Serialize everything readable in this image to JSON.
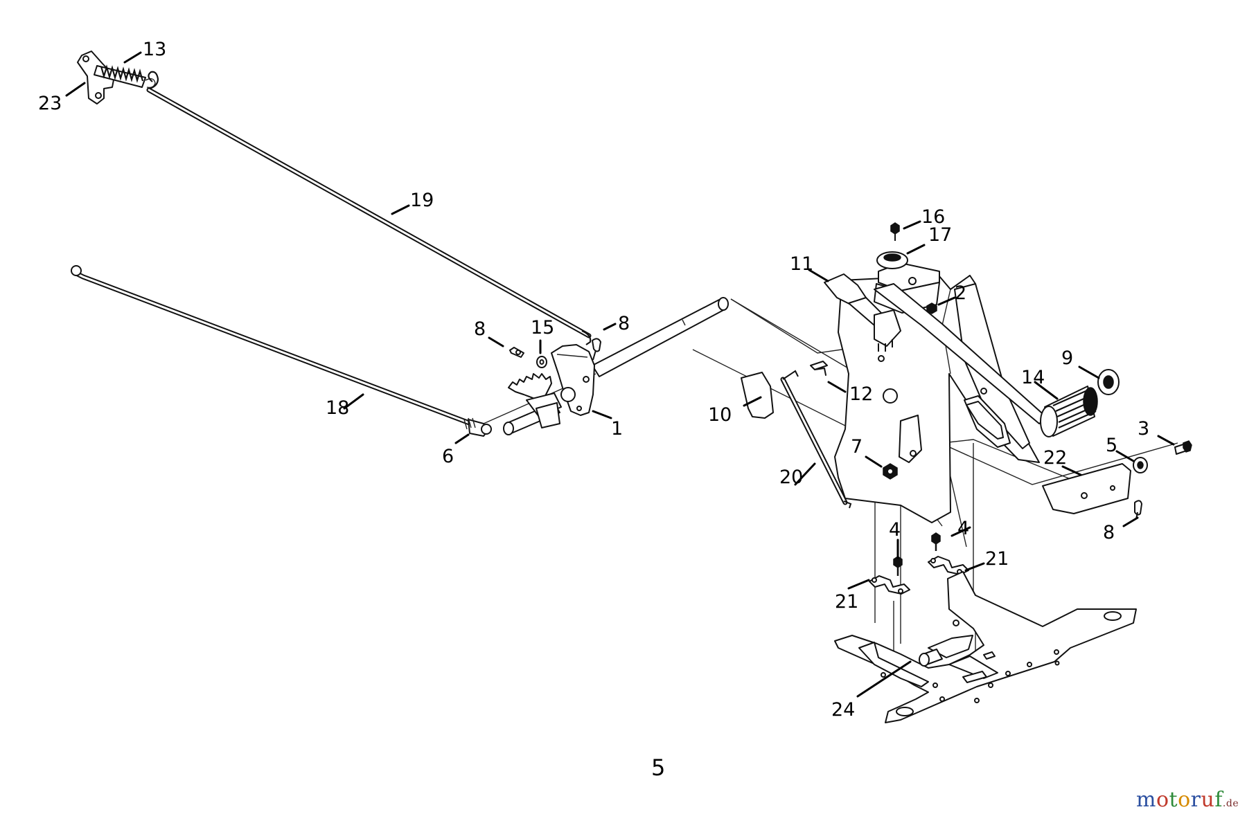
{
  "callouts": [
    {
      "id": "c13a",
      "text": "13"
    },
    {
      "id": "c23",
      "text": "23"
    },
    {
      "id": "c19",
      "text": "19"
    },
    {
      "id": "c18",
      "text": "18"
    },
    {
      "id": "c6",
      "text": "6"
    },
    {
      "id": "c8a",
      "text": "8"
    },
    {
      "id": "c15",
      "text": "15"
    },
    {
      "id": "c8b",
      "text": "8"
    },
    {
      "id": "c1",
      "text": "1"
    },
    {
      "id": "c16",
      "text": "16"
    },
    {
      "id": "c17",
      "text": "17"
    },
    {
      "id": "c11",
      "text": "11"
    },
    {
      "id": "c2",
      "text": "2"
    },
    {
      "id": "c9",
      "text": "9"
    },
    {
      "id": "c14",
      "text": "14"
    },
    {
      "id": "c12",
      "text": "12"
    },
    {
      "id": "c10",
      "text": "10"
    },
    {
      "id": "c3",
      "text": "3"
    },
    {
      "id": "c5",
      "text": "5"
    },
    {
      "id": "c7",
      "text": "7"
    },
    {
      "id": "c22",
      "text": "22"
    },
    {
      "id": "c20",
      "text": "20"
    },
    {
      "id": "c8c",
      "text": "8"
    },
    {
      "id": "c4a",
      "text": "4"
    },
    {
      "id": "c4b",
      "text": "4"
    },
    {
      "id": "c21a",
      "text": "21"
    },
    {
      "id": "c21b",
      "text": "21"
    },
    {
      "id": "c24",
      "text": "24"
    }
  ],
  "page_number": "5",
  "brand": {
    "letters": [
      "m",
      "o",
      "t",
      "o",
      "r",
      "u",
      "f"
    ],
    "colors": [
      "#2b4fa0",
      "#c0392b",
      "#2e8b3a",
      "#d68a00",
      "#2b4fa0",
      "#c0392b",
      "#2e8b3a"
    ],
    "tld": ".de"
  }
}
